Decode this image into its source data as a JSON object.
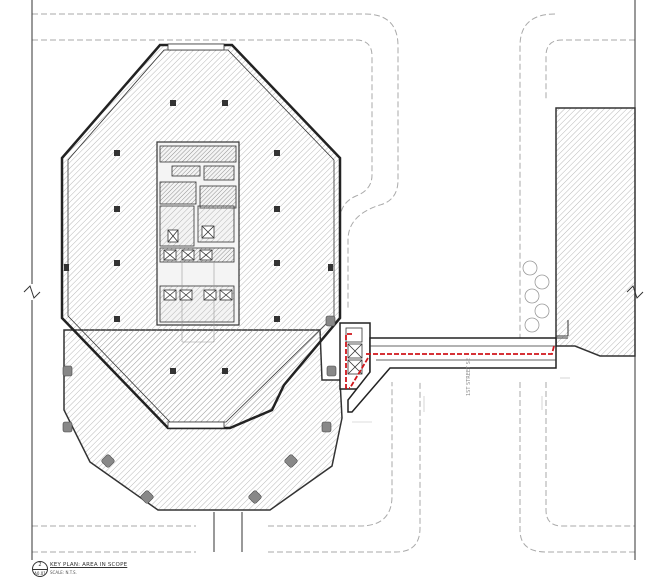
{
  "title_block": {
    "number": "2",
    "sheet": "A0.01",
    "title": "KEY PLAN: AREA IN SCOPE",
    "scale": "SCALE: N.T.S."
  },
  "street_label": "1ST STREET SE",
  "colors": {
    "line": "#333333",
    "hatch": "#9a9a9a",
    "dash": "#aaaaaa",
    "scope_route": "#d0161b"
  },
  "icons": [
    "break-line-symbol",
    "tree-symbol",
    "column-symbol"
  ]
}
